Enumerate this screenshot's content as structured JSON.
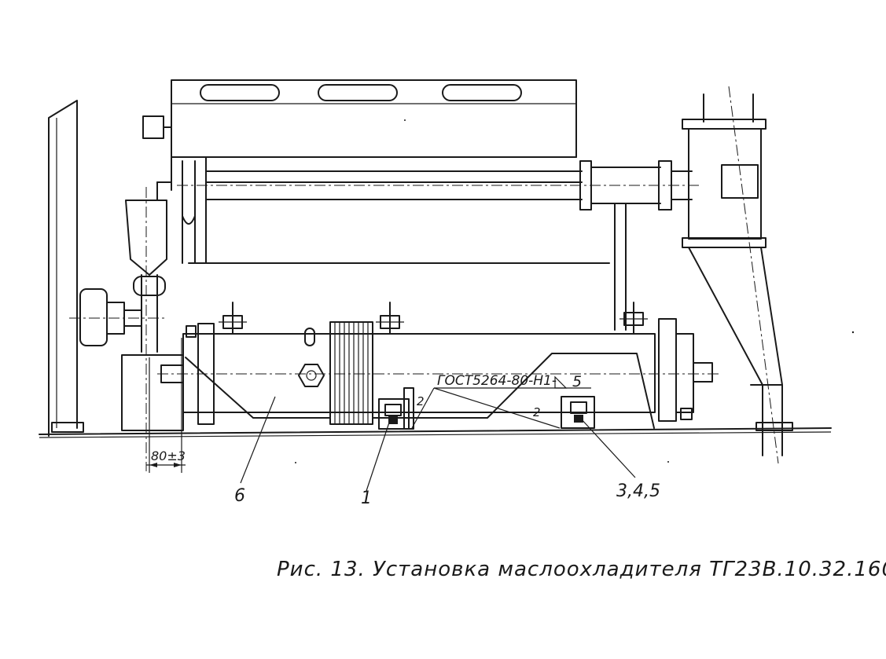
{
  "labels": {
    "dimension": "80±3",
    "weld_spec": "ГОСТ5264-80-Н1-",
    "weld_leg": "5",
    "weld_mark_a": "2",
    "weld_mark_b": "2",
    "item_6": "6",
    "item_1": "1",
    "item_345": "3,4,5"
  },
  "caption": "Рис. 13. Установка маслоохладителя ТГ23В.10.32.160"
}
